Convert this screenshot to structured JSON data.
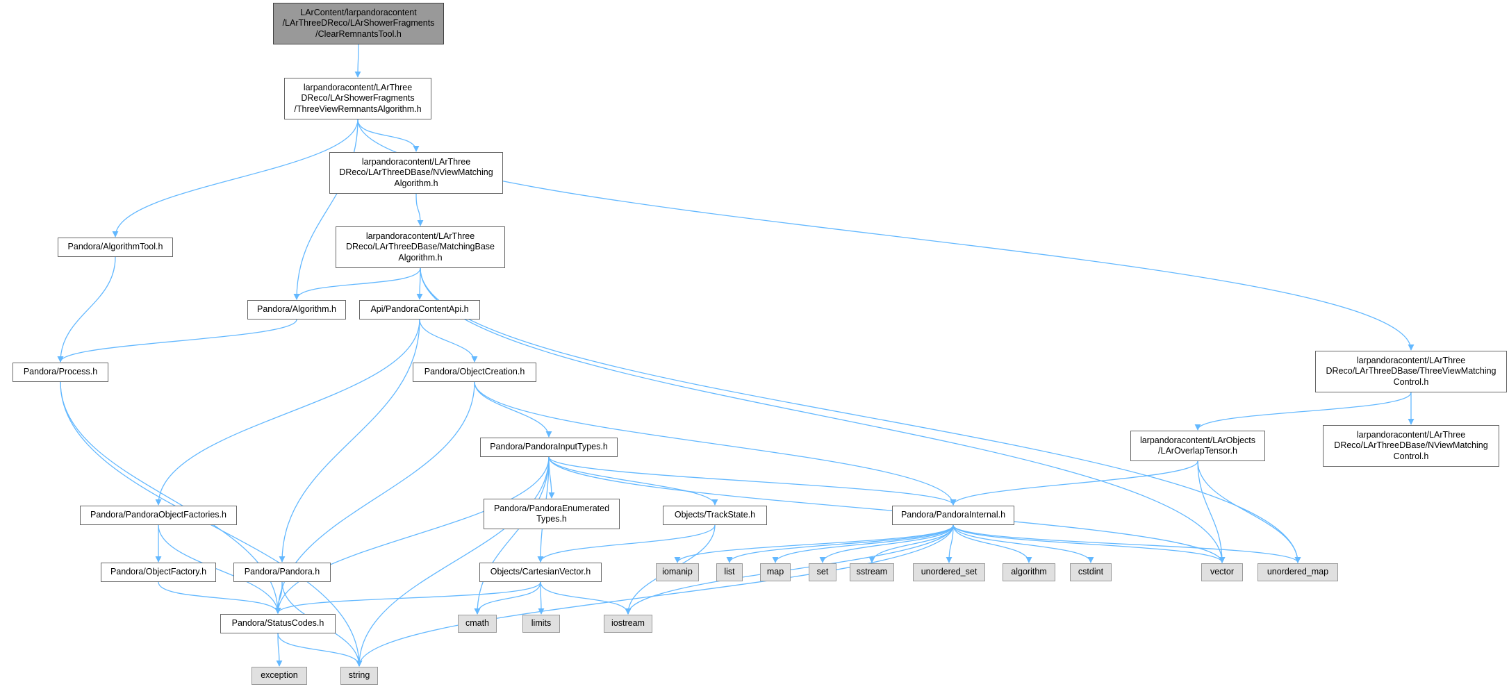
{
  "colors": {
    "edge": "#63b8ff",
    "root_fill": "#999999",
    "system_fill": "#e0e0e0",
    "node_border": "#666666"
  },
  "nodes": {
    "root": "LArContent/larpandoracontent\n/LArThreeDReco/LArShowerFragments\n/ClearRemnantsTool.h",
    "threeview_remnants": "larpandoracontent/LArThree\nDReco/LArShowerFragments\n/ThreeViewRemnantsAlgorithm.h",
    "nview_matching_alg": "larpandoracontent/LArThree\nDReco/LArThreeDBase/NViewMatching\nAlgorithm.h",
    "matching_base_alg": "larpandoracontent/LArThree\nDReco/LArThreeDBase/MatchingBase\nAlgorithm.h",
    "algorithm_tool": "Pandora/AlgorithmTool.h",
    "algorithm": "Pandora/Algorithm.h",
    "content_api": "Api/PandoraContentApi.h",
    "process": "Pandora/Process.h",
    "object_creation": "Pandora/ObjectCreation.h",
    "threeview_matching_control": "larpandoracontent/LArThree\nDReco/LArThreeDBase/ThreeViewMatching\nControl.h",
    "nview_matching_control": "larpandoracontent/LArThree\nDReco/LArThreeDBase/NViewMatching\nControl.h",
    "overlap_tensor": "larpandoracontent/LArObjects\n/LArOverlapTensor.h",
    "input_types": "Pandora/PandoraInputTypes.h",
    "object_factories": "Pandora/PandoraObjectFactories.h",
    "enumerated_types": "Pandora/PandoraEnumerated\nTypes.h",
    "track_state": "Objects/TrackState.h",
    "pandora_internal": "Pandora/PandoraInternal.h",
    "object_factory": "Pandora/ObjectFactory.h",
    "pandora": "Pandora/Pandora.h",
    "cartesian_vector": "Objects/CartesianVector.h",
    "status_codes": "Pandora/StatusCodes.h",
    "iomanip": "iomanip",
    "list": "list",
    "map": "map",
    "set": "set",
    "sstream": "sstream",
    "unordered_set": "unordered_set",
    "algorithm_std": "algorithm",
    "cstdint": "cstdint",
    "vector": "vector",
    "unordered_map": "unordered_map",
    "cmath": "cmath",
    "limits": "limits",
    "iostream": "iostream",
    "exception": "exception",
    "string": "string"
  },
  "edges": [
    [
      "root",
      "threeview_remnants"
    ],
    [
      "threeview_remnants",
      "algorithm_tool"
    ],
    [
      "threeview_remnants",
      "algorithm"
    ],
    [
      "threeview_remnants",
      "nview_matching_alg"
    ],
    [
      "threeview_remnants",
      "threeview_matching_control"
    ],
    [
      "nview_matching_alg",
      "matching_base_alg"
    ],
    [
      "matching_base_alg",
      "algorithm"
    ],
    [
      "matching_base_alg",
      "content_api"
    ],
    [
      "matching_base_alg",
      "vector"
    ],
    [
      "matching_base_alg",
      "unordered_map"
    ],
    [
      "algorithm_tool",
      "process"
    ],
    [
      "algorithm",
      "process"
    ],
    [
      "process",
      "status_codes"
    ],
    [
      "process",
      "string"
    ],
    [
      "content_api",
      "object_factories"
    ],
    [
      "content_api",
      "pandora"
    ],
    [
      "content_api",
      "object_creation"
    ],
    [
      "object_creation",
      "input_types"
    ],
    [
      "object_creation",
      "status_codes"
    ],
    [
      "object_creation",
      "pandora_internal"
    ],
    [
      "threeview_matching_control",
      "overlap_tensor"
    ],
    [
      "threeview_matching_control",
      "nview_matching_control"
    ],
    [
      "overlap_tensor",
      "pandora_internal"
    ],
    [
      "overlap_tensor",
      "vector"
    ],
    [
      "overlap_tensor",
      "unordered_map"
    ],
    [
      "input_types",
      "enumerated_types"
    ],
    [
      "input_types",
      "track_state"
    ],
    [
      "input_types",
      "pandora_internal"
    ],
    [
      "input_types",
      "cartesian_vector"
    ],
    [
      "input_types",
      "status_codes"
    ],
    [
      "input_types",
      "cmath"
    ],
    [
      "input_types",
      "string"
    ],
    [
      "input_types",
      "vector"
    ],
    [
      "object_factories",
      "object_factory"
    ],
    [
      "object_factories",
      "status_codes"
    ],
    [
      "object_factory",
      "status_codes"
    ],
    [
      "pandora",
      "status_codes"
    ],
    [
      "pandora",
      "string"
    ],
    [
      "track_state",
      "cartesian_vector"
    ],
    [
      "track_state",
      "iostream"
    ],
    [
      "cartesian_vector",
      "status_codes"
    ],
    [
      "cartesian_vector",
      "cmath"
    ],
    [
      "cartesian_vector",
      "limits"
    ],
    [
      "cartesian_vector",
      "iostream"
    ],
    [
      "pandora_internal",
      "iomanip"
    ],
    [
      "pandora_internal",
      "list"
    ],
    [
      "pandora_internal",
      "map"
    ],
    [
      "pandora_internal",
      "set"
    ],
    [
      "pandora_internal",
      "sstream"
    ],
    [
      "pandora_internal",
      "unordered_set"
    ],
    [
      "pandora_internal",
      "algorithm_std"
    ],
    [
      "pandora_internal",
      "cstdint"
    ],
    [
      "pandora_internal",
      "vector"
    ],
    [
      "pandora_internal",
      "unordered_map"
    ],
    [
      "pandora_internal",
      "iostream"
    ],
    [
      "pandora_internal",
      "string"
    ],
    [
      "status_codes",
      "exception"
    ],
    [
      "status_codes",
      "string"
    ]
  ]
}
